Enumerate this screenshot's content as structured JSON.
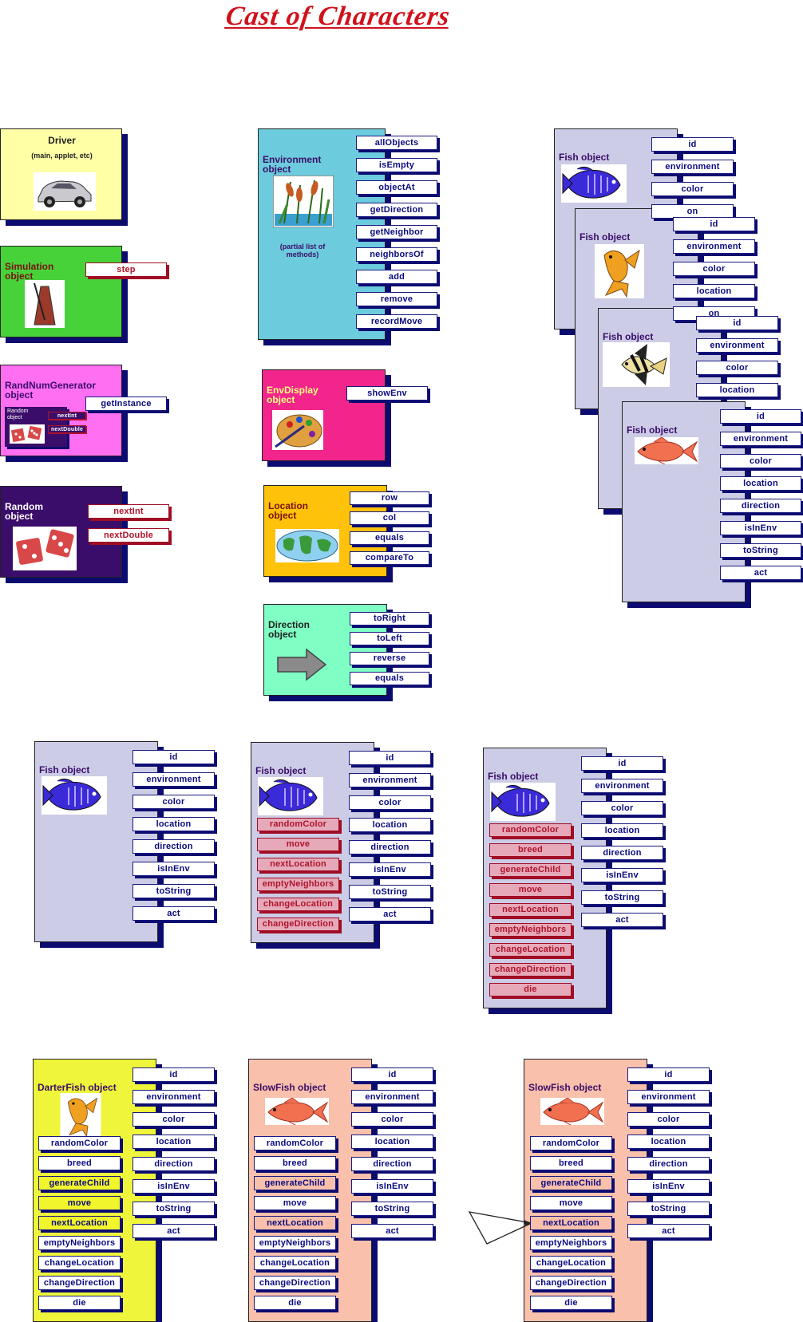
{
  "title": "Cast of Characters",
  "driver": {
    "label": "Driver",
    "sub": "(main, applet, etc)"
  },
  "simulation": {
    "label": "Simulation\nobject",
    "methods": [
      "step"
    ]
  },
  "randgen": {
    "label": "RandNumGenerator\nobject",
    "methods": [
      "getInstance"
    ],
    "mini_label": "Random\nobject",
    "mini_methods": [
      "nextInt",
      "nextDouble"
    ]
  },
  "random": {
    "label": "Random\nobject",
    "methods": [
      "nextInt",
      "nextDouble"
    ]
  },
  "environment": {
    "label": "Environment\nobject",
    "note": "(partial list of\nmethods)",
    "methods": [
      "allObjects",
      "isEmpty",
      "objectAt",
      "getDirection",
      "getNeighbor",
      "neighborsOf",
      "add",
      "remove",
      "recordMove"
    ]
  },
  "envdisplay": {
    "label": "EnvDisplay\nobject",
    "methods": [
      "showEnv"
    ]
  },
  "location": {
    "label": "Location\nobject",
    "methods": [
      "row",
      "col",
      "equals",
      "compareTo"
    ]
  },
  "direction": {
    "label": "Direction\nobject",
    "methods": [
      "toRight",
      "toLeft",
      "reverse",
      "equals"
    ]
  },
  "stack": {
    "fish1": {
      "label": "Fish object",
      "methods": [
        "id",
        "environment",
        "color",
        "on"
      ]
    },
    "fish2": {
      "label": "Fish object",
      "methods": [
        "id",
        "environment",
        "color",
        "location",
        "on"
      ]
    },
    "fish3": {
      "label": "Fish object",
      "methods": [
        "id",
        "environment",
        "color",
        "location"
      ]
    },
    "fish4": {
      "label": "Fish object",
      "methods": [
        "id",
        "environment",
        "color",
        "location",
        "direction",
        "isInEnv",
        "toString",
        "act"
      ]
    }
  },
  "common_methods": [
    "id",
    "environment",
    "color",
    "location",
    "direction",
    "isInEnv",
    "toString",
    "act"
  ],
  "row2": {
    "a": {
      "label": "Fish object"
    },
    "b": {
      "label": "Fish object",
      "private": [
        "randomColor",
        "move",
        "nextLocation",
        "emptyNeighbors",
        "changeLocation",
        "changeDirection"
      ]
    },
    "c": {
      "label": "Fish object",
      "private": [
        "randomColor",
        "breed",
        "generateChild",
        "move",
        "nextLocation",
        "emptyNeighbors",
        "changeLocation",
        "changeDirection",
        "die"
      ]
    }
  },
  "row3": {
    "a": {
      "label": "DarterFish object",
      "private": [
        "randomColor",
        "breed",
        "generateChild",
        "move",
        "nextLocation",
        "emptyNeighbors",
        "changeLocation",
        "changeDirection",
        "die"
      ]
    },
    "b": {
      "label": "SlowFish object",
      "private": [
        "randomColor",
        "breed",
        "generateChild",
        "move",
        "nextLocation",
        "emptyNeighbors",
        "changeLocation",
        "changeDirection",
        "die"
      ]
    },
    "c": {
      "label": "SlowFish object",
      "private": [
        "randomColor",
        "breed",
        "generateChild",
        "move",
        "nextLocation",
        "emptyNeighbors",
        "changeLocation",
        "changeDirection",
        "die"
      ]
    }
  },
  "colors": {
    "title": "#d0121b",
    "shadow": "#0b0b70",
    "method_text": "#0b0b80",
    "private_text": "#b0122a",
    "fish_card": "#cccce6",
    "darter_card": "#eef53a",
    "slow_card": "#f9c0ab"
  }
}
